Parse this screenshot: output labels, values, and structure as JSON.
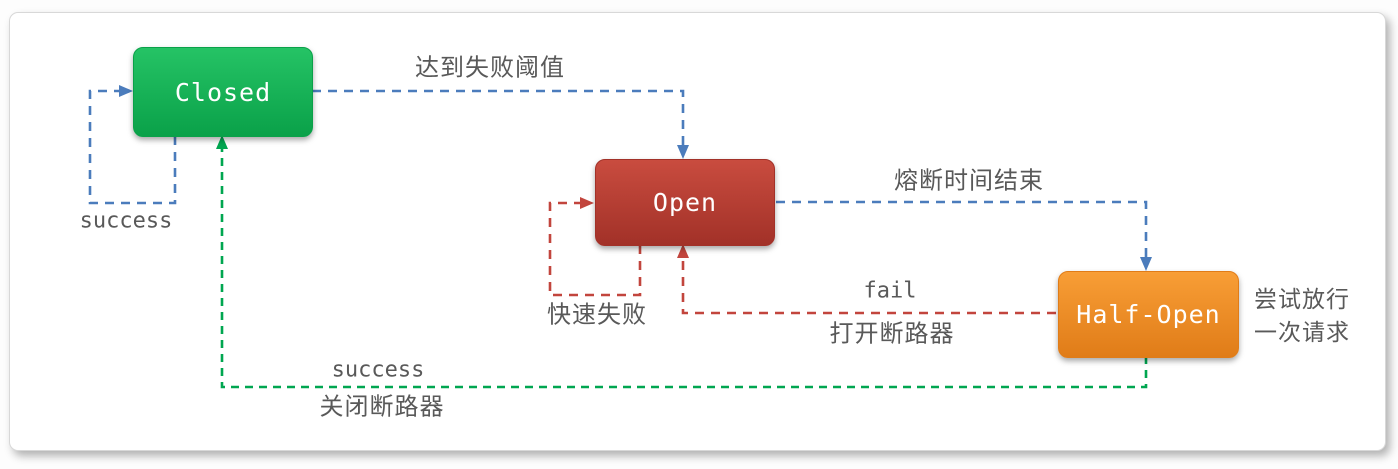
{
  "colors": {
    "blue_edge": "#4b7cbc",
    "red_edge": "#c2453d",
    "green_edge": "#00a650",
    "closed_top": "#25c365",
    "closed_bottom": "#0aa149",
    "open_top": "#c94c3f",
    "open_bottom": "#a23128",
    "half_open_top": "#f89e36",
    "half_open_bottom": "#e07c18",
    "label_text": "#595959",
    "node_text": "#ffffff"
  },
  "nodes": {
    "closed": {
      "label": "Closed"
    },
    "open": {
      "label": "Open"
    },
    "half_open": {
      "label": "Half-Open"
    }
  },
  "edges": {
    "closed_to_open": {
      "label": "达到失败阈值"
    },
    "closed_to_closed": {
      "label": "success"
    },
    "open_to_half_open": {
      "label": "熔断时间结束"
    },
    "open_to_open": {
      "label": "快速失败"
    },
    "half_open_to_open": {
      "label_en": "fail",
      "label_zh": "打开断路器"
    },
    "half_open_to_closed": {
      "label_en": "success",
      "label_zh": "关闭断路器"
    }
  },
  "annotations": {
    "half_open_note": {
      "line1": "尝试放行",
      "line2": "一次请求"
    }
  }
}
